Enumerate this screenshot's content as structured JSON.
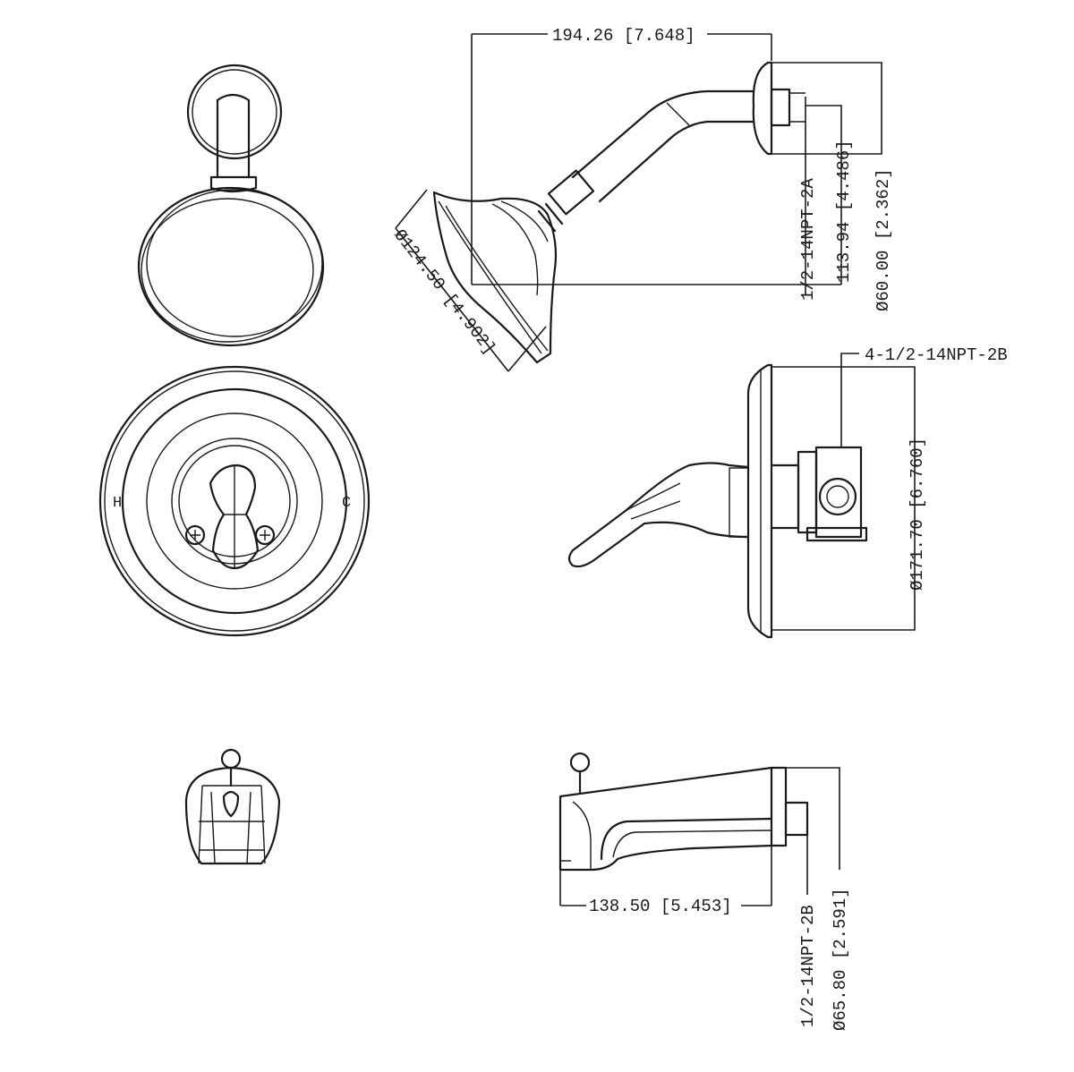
{
  "dimensions": {
    "shower_arm_length": "194.26 [7.648]",
    "shower_head_diameter": "Ø124.50 [4.902]",
    "shower_arm_thread": "1/2-14NPT-2A",
    "shower_arm_drop": "113.94 [4.486]",
    "flange_diameter": "Ø60.00 [2.362]",
    "valve_thread": "4-1/2-14NPT-2B",
    "escutcheon_diameter": "Ø171.70 [6.760]",
    "spout_length": "138.50 [5.453]",
    "spout_thread": "1/2-14NPT-2B",
    "spout_flange_diameter": "Ø65.80 [2.591]"
  },
  "handle_labels": {
    "hot": "H",
    "cold": "C"
  },
  "colors": {
    "line": "#1a1a1a",
    "background": "#ffffff"
  }
}
